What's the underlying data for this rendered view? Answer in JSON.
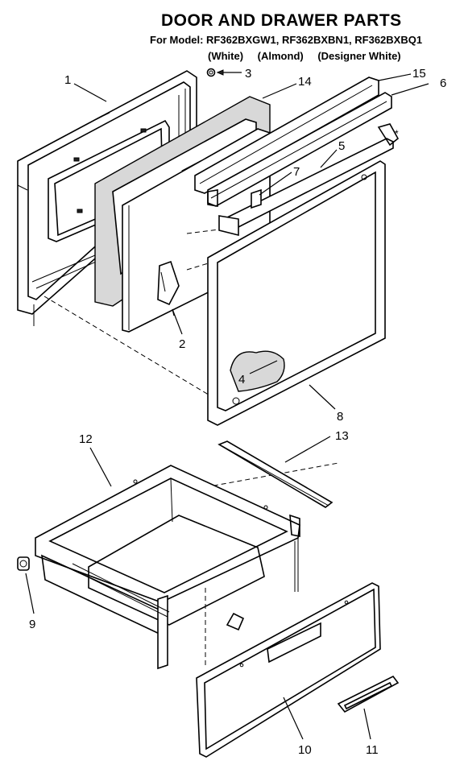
{
  "header": {
    "title": "DOOR AND DRAWER PARTS",
    "models_line": "For Model: RF362BXGW1, RF362BXBN1, RF362BXBQ1",
    "variants": [
      "(White)",
      "(Almond)",
      "(Designer White)"
    ]
  },
  "callouts": {
    "c1": "1",
    "c2": "2",
    "c3": "3",
    "c4": "4",
    "c5": "5",
    "c6": "6",
    "c7": "7",
    "c8": "8",
    "c9": "9",
    "c10": "10",
    "c11": "11",
    "c12": "12",
    "c13": "13",
    "c14": "14",
    "c15": "15"
  },
  "asterisk": "*"
}
